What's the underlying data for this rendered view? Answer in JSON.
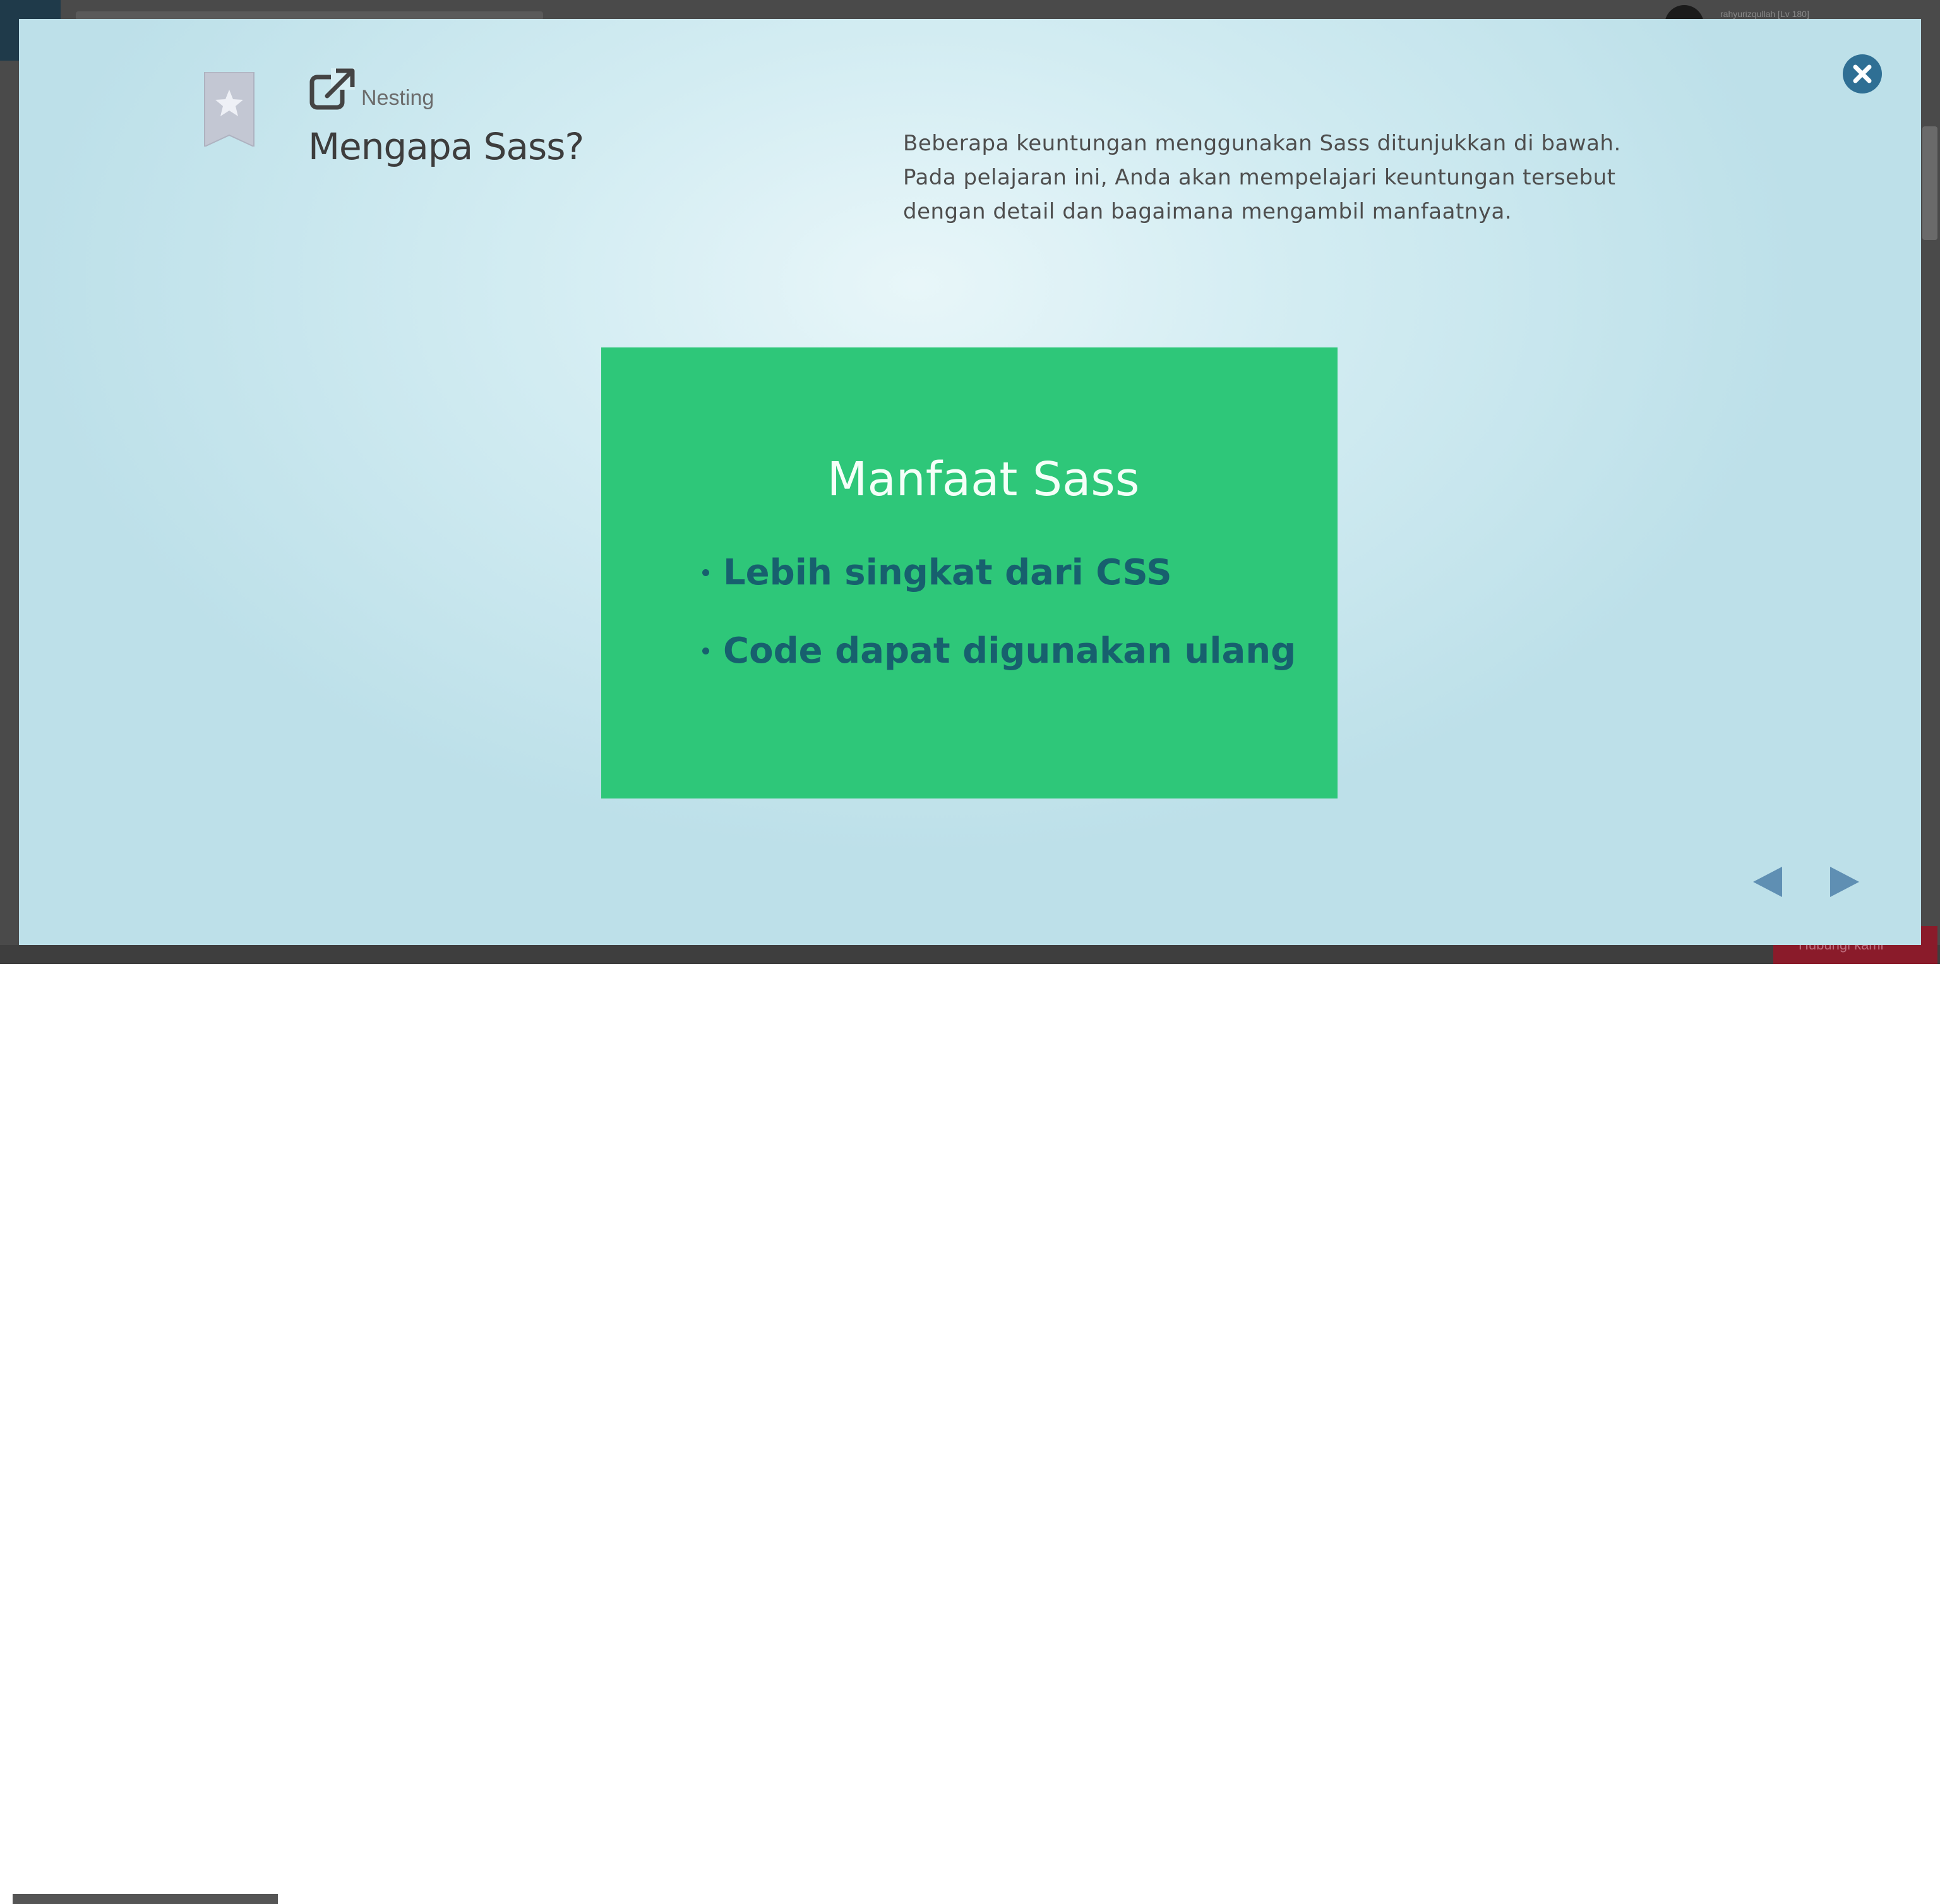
{
  "background": {
    "username": "rahyurizqullah [Lv 180]",
    "help_label": "Hubungi kami"
  },
  "modal": {
    "section_label": "Nesting",
    "title": "Mengapa Sass?",
    "description": [
      "Beberapa keuntungan menggunakan Sass ditunjukkan di bawah.",
      "Pada pelajaran ini, Anda akan mempelajari keuntungan tersebut",
      "dengan detail dan bagaimana mengambil manfaatnya."
    ],
    "icons": {
      "bookmark": "bookmark-star-icon",
      "link": "external-link-icon",
      "close": "close-circle-icon",
      "prev": "arrow-left-icon",
      "next": "arrow-right-icon"
    },
    "colors": {
      "slide_background": "#2ec779",
      "slide_title": "#f4fff8",
      "slide_bullets": "#17606e",
      "close_button": "#2f6f94",
      "nav_arrows": "#5f8fb3"
    }
  },
  "slide": {
    "title": "Manfaat Sass",
    "bullets": [
      "Lebih singkat dari CSS",
      "Code dapat digunakan ulang"
    ]
  }
}
